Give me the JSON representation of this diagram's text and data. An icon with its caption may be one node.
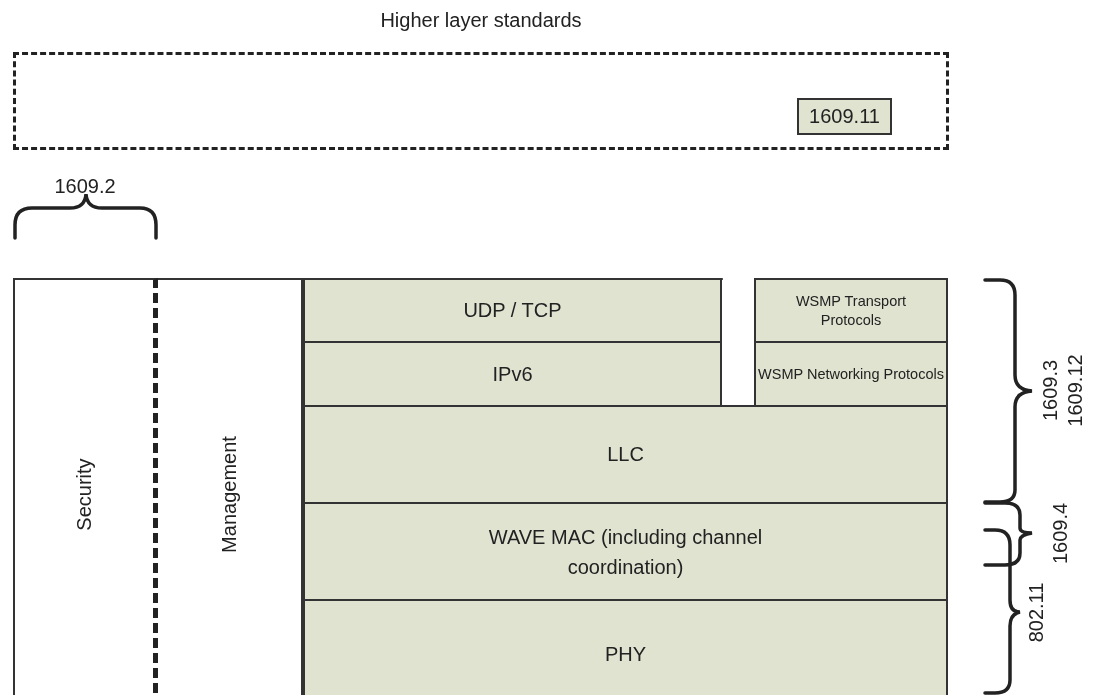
{
  "diagram": {
    "nodes": [
      {
        "text": [
          "Higher layer standards"
        ]
      },
      {
        "text": [
          "1609.11"
        ],
        "in": 0
      },
      {
        "text": [
          "Security"
        ]
      },
      {
        "text": [
          "Management"
        ]
      },
      {
        "text": [
          "UDP / TCP"
        ]
      },
      {
        "text": [
          "IPv6"
        ]
      },
      {
        "text": [
          "WSMP Transport Protocols"
        ]
      },
      {
        "text": [
          "WSMP Networking Protocols"
        ]
      },
      {
        "text": [
          "LLC"
        ]
      },
      {
        "text": [
          "WAVE MAC (including channel coordination)"
        ]
      },
      {
        "text": [
          "PHY"
        ]
      }
    ],
    "edges": [],
    "labels": [
      "1609.2",
      "1609.3",
      "1609.12",
      "1609.4",
      "802.11"
    ]
  }
}
